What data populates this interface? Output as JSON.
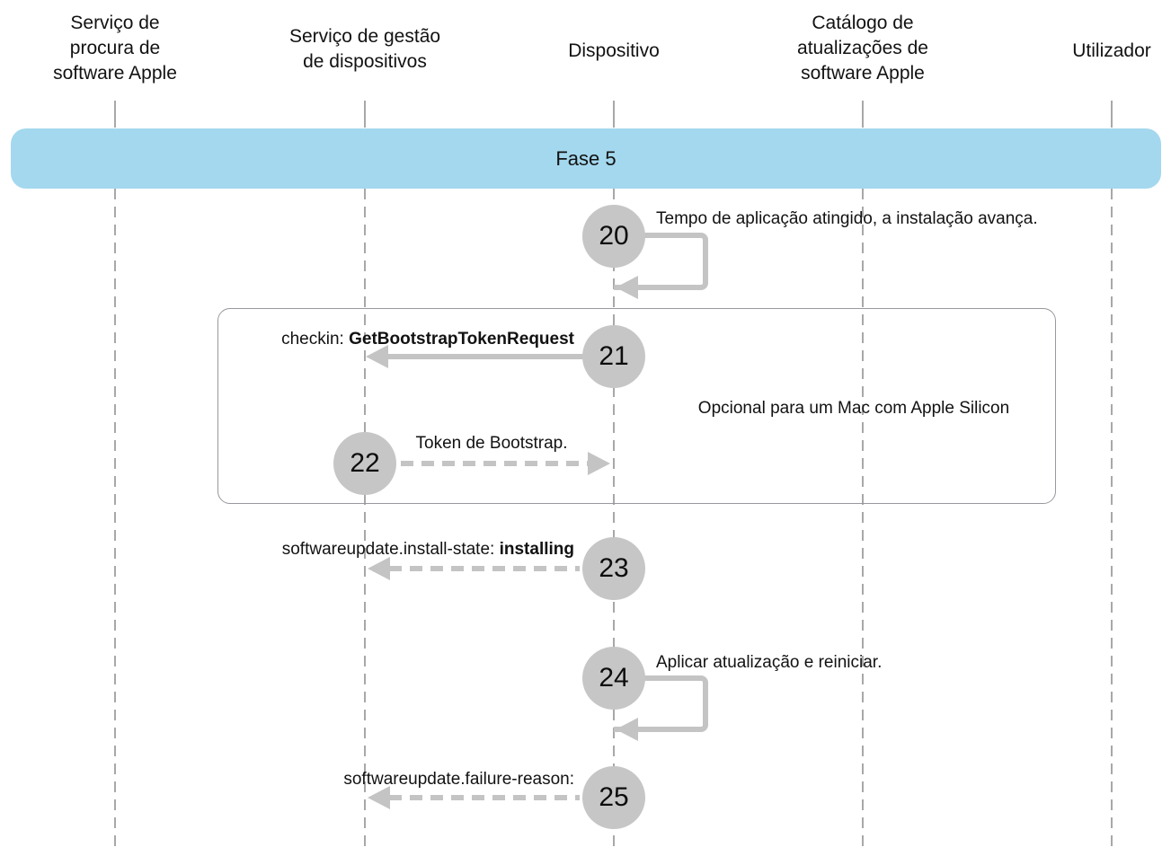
{
  "banner": {
    "label": "Fase 5",
    "bg_color": "#a4d8ee"
  },
  "lifelines": [
    {
      "label": "Serviço de\nprocura de\nsoftware Apple"
    },
    {
      "label": "Serviço de gestão\nde dispositivos"
    },
    {
      "label": "Dispositivo"
    },
    {
      "label": "Catálogo de\natualizações de\nsoftware Apple"
    },
    {
      "label": "Utilizador"
    }
  ],
  "optional_group": {
    "label": "Opcional para um Mac com Apple Silicon"
  },
  "steps": [
    {
      "num": "20",
      "type": "self-loop",
      "text": "Tempo de aplicação atingido, a instalação avança."
    },
    {
      "num": "21",
      "type": "solid-left",
      "text_prefix": "checkin: ",
      "text_emphasis": "GetBootstrapTokenRequest"
    },
    {
      "num": "22",
      "type": "dashed-right",
      "text": "Token de Bootstrap."
    },
    {
      "num": "23",
      "type": "dashed-left",
      "text_prefix": "softwareupdate.install-state: ",
      "text_emphasis": "installing"
    },
    {
      "num": "24",
      "type": "self-loop",
      "text": "Aplicar atualização e reiniciar."
    },
    {
      "num": "25",
      "type": "dashed-left",
      "text": "softwareupdate.failure-reason:"
    }
  ],
  "colors": {
    "banner_bg": "#a4d8ee",
    "circle_fill": "#c6c6c6",
    "arrow": "#c4c4c4",
    "lifeline": "#a8a8a8",
    "optional_box_border": "#98989d",
    "text": "#121212"
  }
}
